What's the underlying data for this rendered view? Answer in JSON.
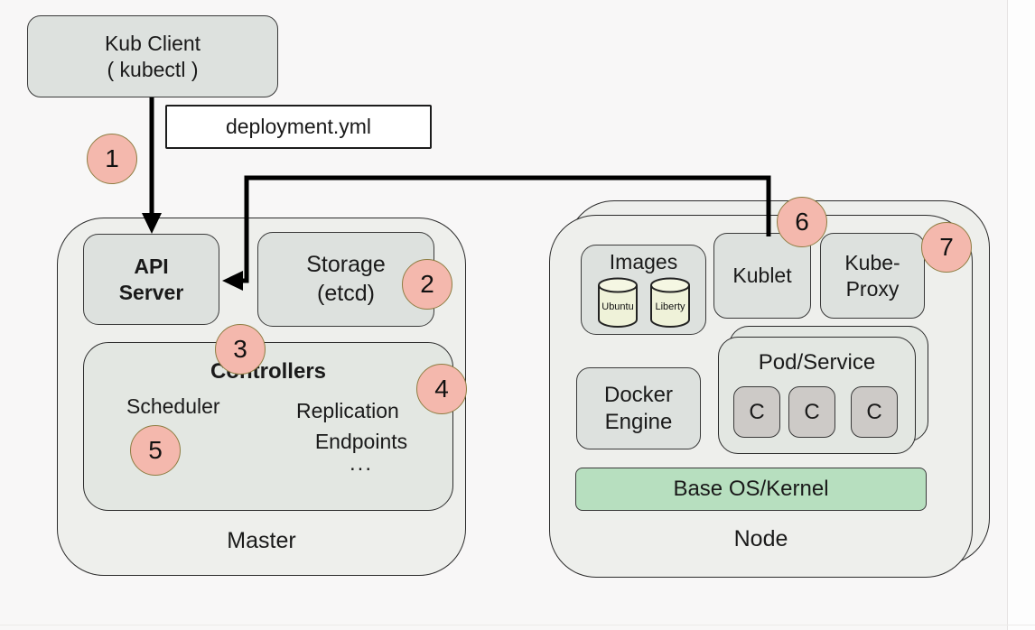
{
  "diagram": {
    "client": {
      "title": "Kub Client",
      "subtitle": "( kubectl )"
    },
    "deployment_file": {
      "label": "deployment.yml"
    },
    "master": {
      "label": "Master",
      "api_server": {
        "line1": "API",
        "line2": "Server"
      },
      "storage": {
        "line1": "Storage",
        "line2": "(etcd)"
      },
      "controllers": {
        "title": "Controllers",
        "items": [
          "Scheduler",
          "Replication",
          "Endpoints",
          "..."
        ]
      }
    },
    "node": {
      "label": "Node",
      "images": {
        "title": "Images",
        "cylinders": [
          "Ubuntu",
          "Liberty"
        ]
      },
      "kublet": {
        "label": "Kublet"
      },
      "kube_proxy": {
        "line1": "Kube-",
        "line2": "Proxy"
      },
      "docker_engine": {
        "line1": "Docker",
        "line2": "Engine"
      },
      "pod_service": {
        "title": "Pod/Service",
        "containers": [
          "C",
          "C",
          "C"
        ]
      },
      "base_os": {
        "label": "Base OS/Kernel"
      }
    },
    "steps": [
      "1",
      "2",
      "3",
      "4",
      "5",
      "6",
      "7"
    ],
    "colors": {
      "step_fill": "#f4b8ad",
      "step_border": "#8e7d42",
      "box_fill": "#dde1de",
      "cluster_fill": "#eeefec",
      "controllers_fill": "#e3e7e2",
      "container_c_fill": "#cdcac7",
      "base_os_fill": "#b7dfbf",
      "cylinder_fill": "#eff2d9",
      "line_color": "#000000"
    }
  }
}
